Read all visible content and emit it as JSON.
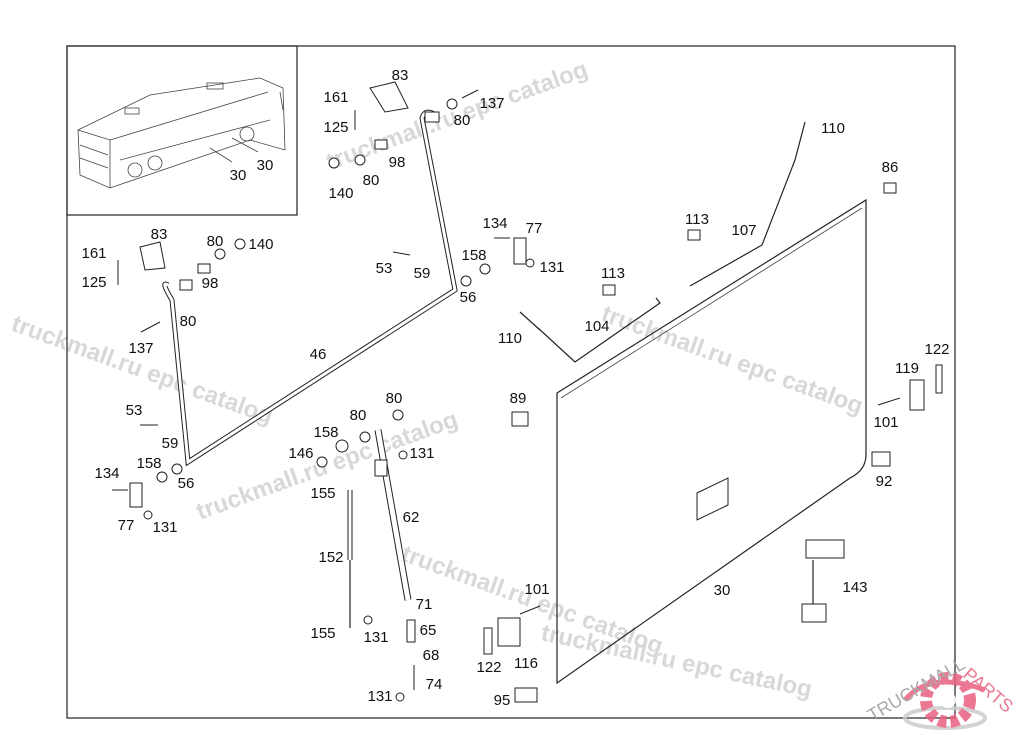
{
  "watermark_text": "truckmall.ru epc catalog",
  "logo": {
    "text_left": "TRUCKMALL",
    "text_right": "PARTS",
    "accent_color": "#e8607f"
  },
  "inset_labels": [
    "30",
    "30"
  ],
  "callouts": [
    "83",
    "161",
    "125",
    "137",
    "80",
    "98",
    "80",
    "140",
    "83",
    "161",
    "80",
    "140",
    "125",
    "98",
    "80",
    "137",
    "134",
    "77",
    "158",
    "131",
    "53",
    "59",
    "56",
    "110",
    "86",
    "113",
    "107",
    "113",
    "104",
    "110",
    "46",
    "122",
    "119",
    "89",
    "80",
    "53",
    "80",
    "158",
    "59",
    "146",
    "131",
    "101",
    "134",
    "158",
    "56",
    "92",
    "155",
    "77",
    "131",
    "62",
    "152",
    "30",
    "143",
    "101",
    "71",
    "155",
    "131",
    "65",
    "68",
    "122",
    "116",
    "74",
    "131",
    "95"
  ]
}
